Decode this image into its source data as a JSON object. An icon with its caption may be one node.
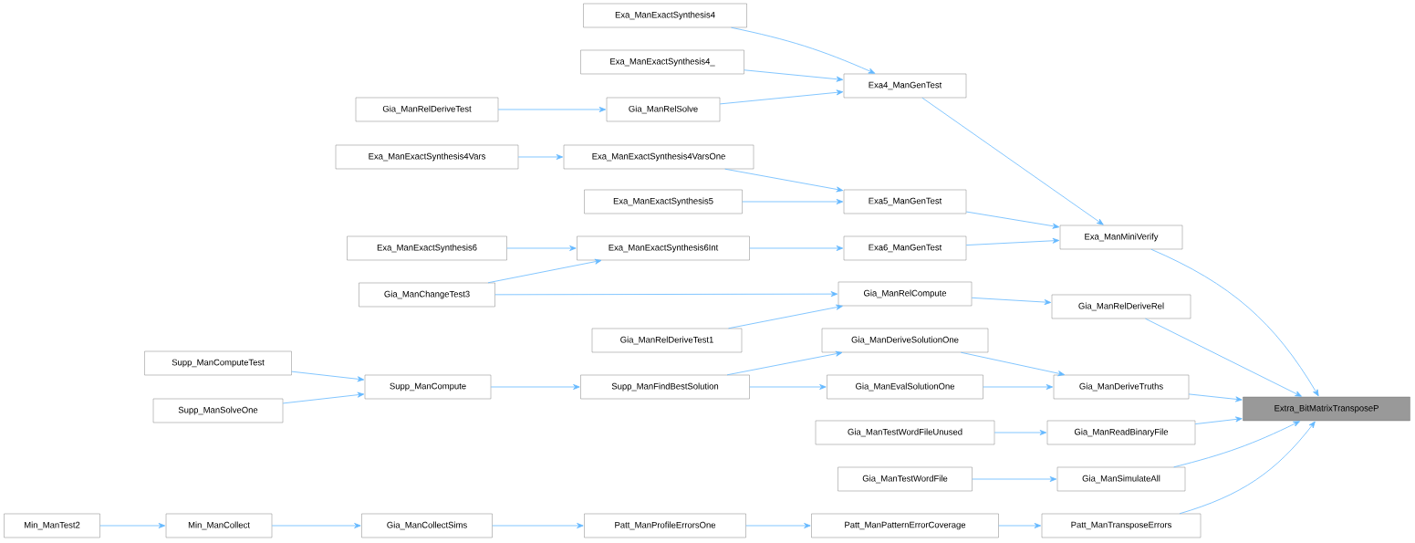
{
  "diagram": {
    "nodes": [
      {
        "text": [
          "Extra_BitMatrixTransposeP"
        ]
      },
      {
        "text": [
          "Exa_ManMiniVerify"
        ]
      },
      {
        "text": [
          "Exa4_ManGenTest"
        ]
      },
      {
        "text": [
          "Exa_ManExactSynthesis4"
        ]
      },
      {
        "text": [
          "Exa_ManExactSynthesis4_"
        ]
      },
      {
        "text": [
          "Gia_ManRelSolve"
        ]
      },
      {
        "text": [
          "Gia_ManRelDeriveTest"
        ]
      },
      {
        "text": [
          "Exa_ManExactSynthesis4VarsOne"
        ]
      },
      {
        "text": [
          "Exa_ManExactSynthesis4Vars"
        ]
      },
      {
        "text": [
          "Exa5_ManGenTest"
        ]
      },
      {
        "text": [
          "Exa_ManExactSynthesis5"
        ]
      },
      {
        "text": [
          "Exa6_ManGenTest"
        ]
      },
      {
        "text": [
          "Exa_ManExactSynthesis6Int"
        ]
      },
      {
        "text": [
          "Exa_ManExactSynthesis6"
        ]
      },
      {
        "text": [
          "Gia_ManChangeTest3"
        ]
      },
      {
        "text": [
          "Gia_ManRelCompute"
        ]
      },
      {
        "text": [
          "Gia_ManRelDeriveRel"
        ]
      },
      {
        "text": [
          "Gia_ManRelDeriveTest1"
        ]
      },
      {
        "text": [
          "Gia_ManDeriveSolutionOne"
        ]
      },
      {
        "text": [
          "Gia_ManDeriveTruths"
        ]
      },
      {
        "text": [
          "Gia_ManEvalSolutionOne"
        ]
      },
      {
        "text": [
          "Supp_ManFindBestSolution"
        ]
      },
      {
        "text": [
          "Supp_ManCompute"
        ]
      },
      {
        "text": [
          "Supp_ManComputeTest"
        ]
      },
      {
        "text": [
          "Supp_ManSolveOne"
        ]
      },
      {
        "text": [
          "Gia_ManReadBinaryFile"
        ]
      },
      {
        "text": [
          "Gia_ManTestWordFileUnused"
        ]
      },
      {
        "text": [
          "Gia_ManSimulateAll"
        ]
      },
      {
        "text": [
          "Gia_ManTestWordFile"
        ]
      },
      {
        "text": [
          "Patt_ManTransposeErrors"
        ]
      },
      {
        "text": [
          "Patt_ManPatternErrorCoverage"
        ]
      },
      {
        "text": [
          "Patt_ManProfileErrorsOne"
        ]
      },
      {
        "text": [
          "Gia_ManCollectSims"
        ]
      },
      {
        "text": [
          "Min_ManCollect"
        ]
      },
      {
        "text": [
          "Min_ManTest2"
        ]
      }
    ],
    "edges": [
      {
        "from": 1,
        "to": 0,
        "arrow": "to"
      },
      {
        "from": 16,
        "to": 0,
        "arrow": "to"
      },
      {
        "from": 19,
        "to": 0,
        "arrow": "to"
      },
      {
        "from": 25,
        "to": 0,
        "arrow": "to"
      },
      {
        "from": 27,
        "to": 0,
        "arrow": "to"
      },
      {
        "from": 29,
        "to": 0,
        "arrow": "to"
      },
      {
        "from": 2,
        "to": 1,
        "arrow": "to"
      },
      {
        "from": 9,
        "to": 1,
        "arrow": "to"
      },
      {
        "from": 11,
        "to": 1,
        "arrow": "to"
      },
      {
        "from": 3,
        "to": 2,
        "arrow": "to"
      },
      {
        "from": 4,
        "to": 2,
        "arrow": "to"
      },
      {
        "from": 5,
        "to": 2,
        "arrow": "to"
      },
      {
        "from": 6,
        "to": 5,
        "arrow": "to"
      },
      {
        "from": 7,
        "to": 9,
        "arrow": "to"
      },
      {
        "from": 10,
        "to": 9,
        "arrow": "to"
      },
      {
        "from": 8,
        "to": 7,
        "arrow": "to"
      },
      {
        "from": 12,
        "to": 11,
        "arrow": "to"
      },
      {
        "from": 13,
        "to": 12,
        "arrow": "to"
      },
      {
        "from": 14,
        "to": 12,
        "arrow": "to"
      },
      {
        "from": 15,
        "to": 16,
        "arrow": "to"
      },
      {
        "from": 14,
        "to": 15,
        "arrow": "to"
      },
      {
        "from": 17,
        "to": 15,
        "arrow": "to"
      },
      {
        "from": 18,
        "to": 19,
        "arrow": "to"
      },
      {
        "from": 20,
        "to": 19,
        "arrow": "to"
      },
      {
        "from": 21,
        "to": 18,
        "arrow": "to"
      },
      {
        "from": 21,
        "to": 20,
        "arrow": "to"
      },
      {
        "from": 22,
        "to": 21,
        "arrow": "to"
      },
      {
        "from": 23,
        "to": 22,
        "arrow": "to"
      },
      {
        "from": 24,
        "to": 22,
        "arrow": "to"
      },
      {
        "from": 26,
        "to": 25,
        "arrow": "to"
      },
      {
        "from": 28,
        "to": 27,
        "arrow": "to"
      },
      {
        "from": 30,
        "to": 29,
        "arrow": "to"
      },
      {
        "from": 31,
        "to": 30,
        "arrow": "to"
      },
      {
        "from": 32,
        "to": 31,
        "arrow": "to"
      },
      {
        "from": 33,
        "to": 32,
        "arrow": "to"
      },
      {
        "from": 34,
        "to": 33,
        "arrow": "to"
      }
    ]
  }
}
